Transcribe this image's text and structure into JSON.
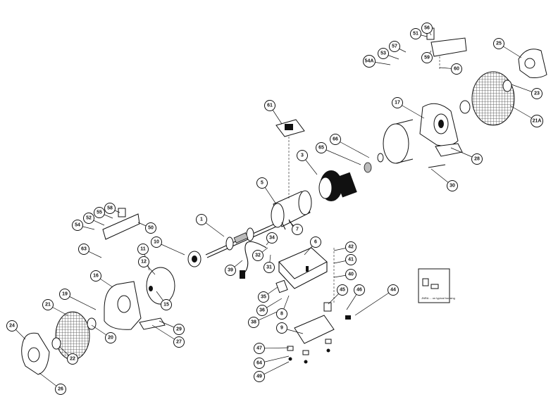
{
  "callouts": [
    "1",
    "3",
    "5",
    "6",
    "7",
    "8",
    "9",
    "10",
    "11",
    "12",
    "15",
    "16",
    "17",
    "19",
    "20",
    "21",
    "21A",
    "22",
    "23",
    "24",
    "25",
    "26",
    "27",
    "28",
    "29",
    "30",
    "31",
    "32",
    "34",
    "35",
    "36",
    "38",
    "39",
    "40",
    "41",
    "42",
    "44",
    "45",
    "46",
    "47",
    "49",
    "50",
    "51",
    "52",
    "53",
    "54",
    "54A",
    "55",
    "56",
    "57",
    "58",
    "59",
    "60",
    "61",
    "63",
    "64",
    "65",
    "66"
  ],
  "inset_note": "JNRA ... on typical housing"
}
